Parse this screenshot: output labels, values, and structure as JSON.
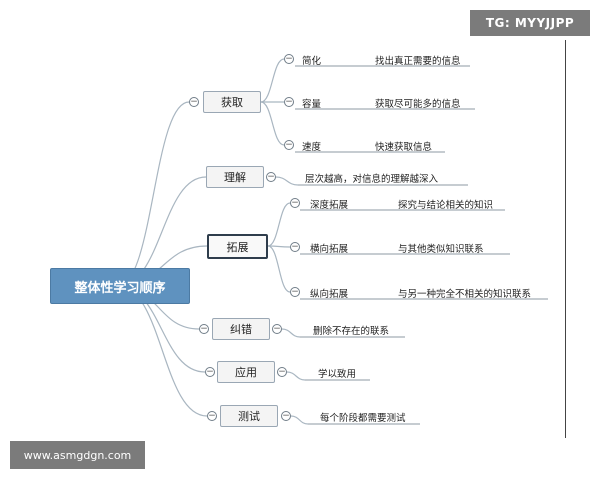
{
  "watermark_top": "TG: MYYJJPP",
  "watermark_bottom": "www.asmgdgn.com",
  "root": {
    "label": "整体性学习顺序"
  },
  "branches": [
    {
      "label": "获取",
      "children": [
        {
          "term": "简化",
          "text": "找出真正需要的信息"
        },
        {
          "term": "容量",
          "text": "获取尽可能多的信息"
        },
        {
          "term": "速度",
          "text": "快速获取信息"
        }
      ]
    },
    {
      "label": "理解",
      "text": "层次越高，对信息的理解越深入"
    },
    {
      "label": "拓展",
      "selected": true,
      "children": [
        {
          "term": "深度拓展",
          "text": "探究与结论相关的知识"
        },
        {
          "term": "横向拓展",
          "text": "与其他类似知识联系"
        },
        {
          "term": "纵向拓展",
          "text": "与另一种完全不相关的知识联系"
        }
      ]
    },
    {
      "label": "纠错",
      "text": "删除不存在的联系"
    },
    {
      "label": "应用",
      "text": "学以致用"
    },
    {
      "label": "测试",
      "text": "每个阶段都需要测试"
    }
  ],
  "toggle_symbol": "−",
  "colors": {
    "root": "#5f92bf",
    "line": "#a9b6c1",
    "underline": "#8e98a3"
  }
}
